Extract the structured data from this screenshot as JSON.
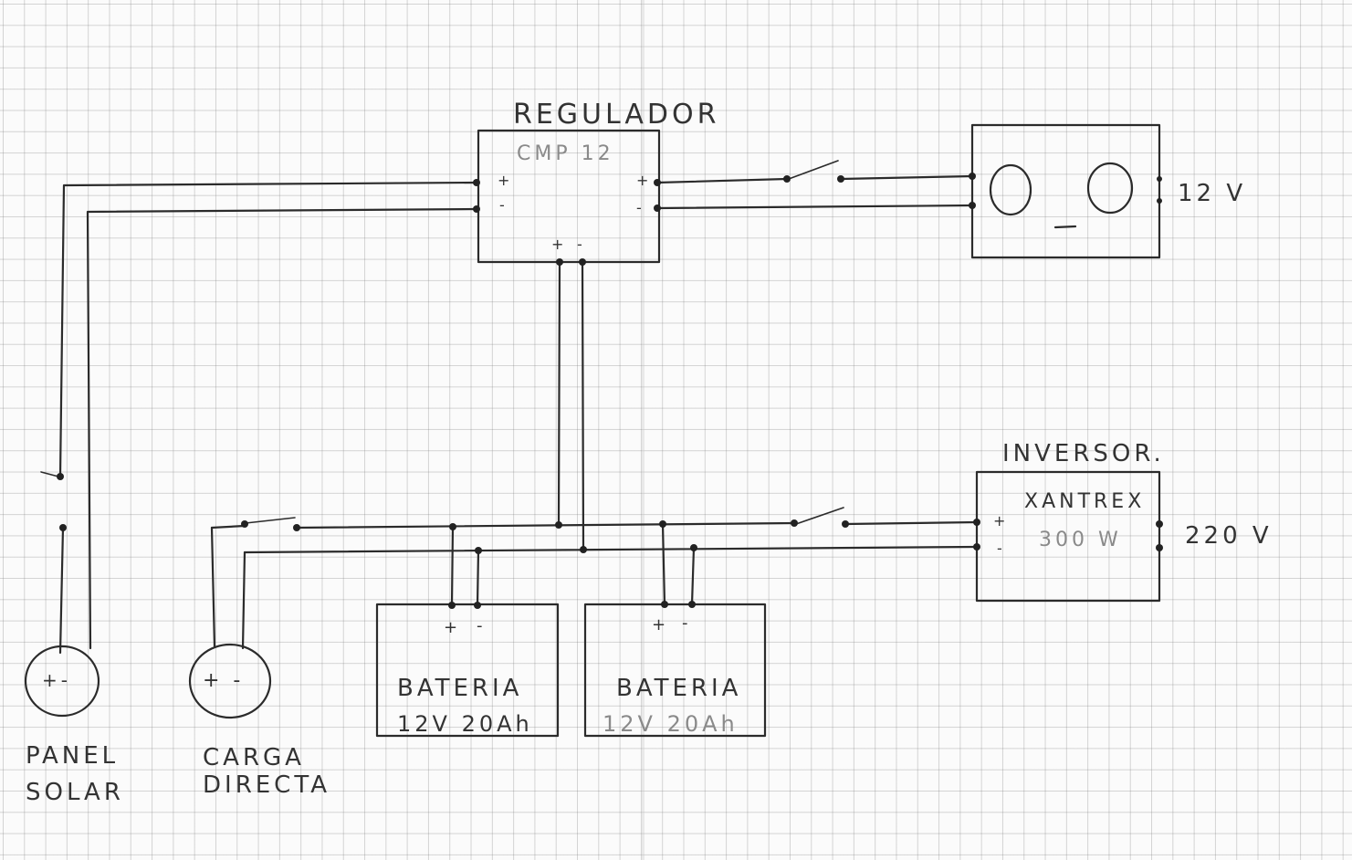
{
  "labels": {
    "regulator_title": "REGULADOR",
    "regulator_model": "CMP 12",
    "dc_output_voltage": "12 V",
    "inverter_title": "INVERSOR.",
    "inverter_brand": "XANTREX",
    "inverter_power": "300 W",
    "ac_output_voltage": "220 V",
    "battery_1_title": "BATERIA",
    "battery_1_spec": "12V  20Ah",
    "battery_2_title": "BATERIA",
    "battery_2_spec": "12V  20Ah",
    "panel_line1": "PANEL",
    "panel_line2": "SOLAR",
    "load_line1": "CARGA",
    "load_line2": "DIRECTA",
    "plus": "+",
    "minus": "-",
    "panel_terminals": "+-",
    "load_terminals": "+ -"
  },
  "colors": {
    "ink": "#2b2b2b",
    "paper": "#fbfbfb",
    "grid": "#9a9a9a"
  }
}
